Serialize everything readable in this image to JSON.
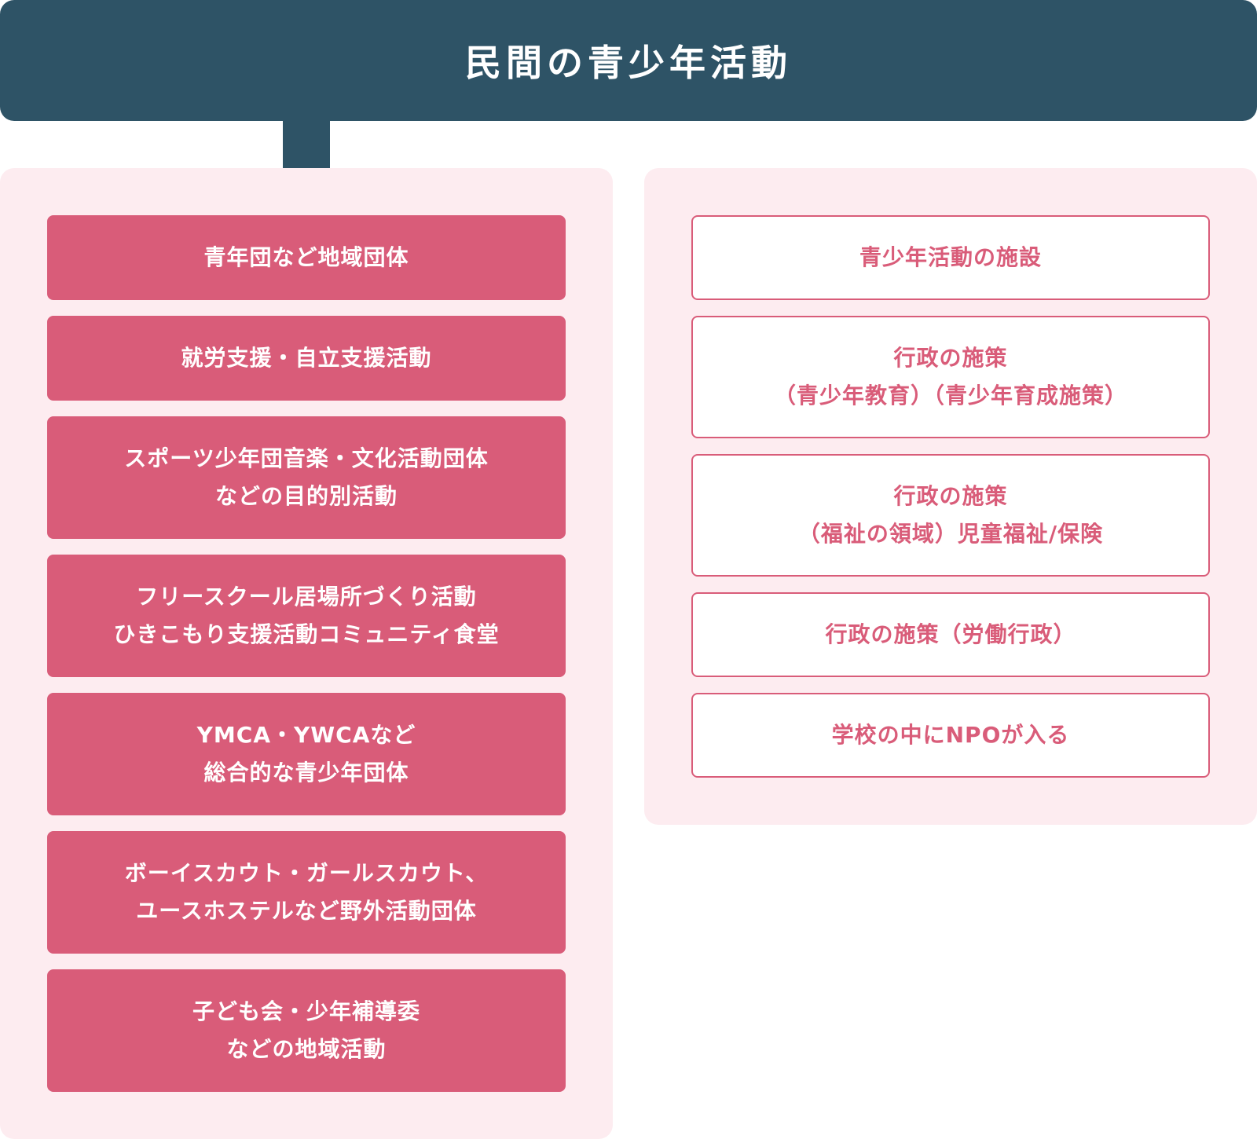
{
  "header": {
    "title": "民間の青少年活動"
  },
  "left_items": [
    {
      "lines": [
        "青年団など地域団体"
      ]
    },
    {
      "lines": [
        "就労支援・自立支援活動"
      ]
    },
    {
      "lines": [
        "スポーツ少年団音楽・文化活動団体",
        "などの目的別活動"
      ]
    },
    {
      "lines": [
        "フリースクール居場所づくり活動",
        "ひきこもり支援活動コミュニティ食堂"
      ]
    },
    {
      "lines": [
        "YMCA・YWCAなど",
        "総合的な青少年団体"
      ]
    },
    {
      "lines": [
        "ボーイスカウト・ガールスカウト、",
        "ユースホステルなど野外活動団体"
      ]
    },
    {
      "lines": [
        "子ども会・少年補導委",
        "などの地域活動"
      ]
    }
  ],
  "right_items": [
    {
      "lines": [
        "青少年活動の施設"
      ]
    },
    {
      "lines": [
        "行政の施策",
        "（青少年教育）（青少年育成施策）"
      ]
    },
    {
      "lines": [
        "行政の施策",
        "（福祉の領域）児童福祉/保険"
      ]
    },
    {
      "lines": [
        "行政の施策（労働行政）"
      ]
    },
    {
      "lines": [
        "学校の中にNPOが入る"
      ]
    }
  ],
  "colors": {
    "header_bg": "#2e5366",
    "panel_bg": "#fdecf0",
    "accent": "#d95c79",
    "white": "#ffffff"
  }
}
